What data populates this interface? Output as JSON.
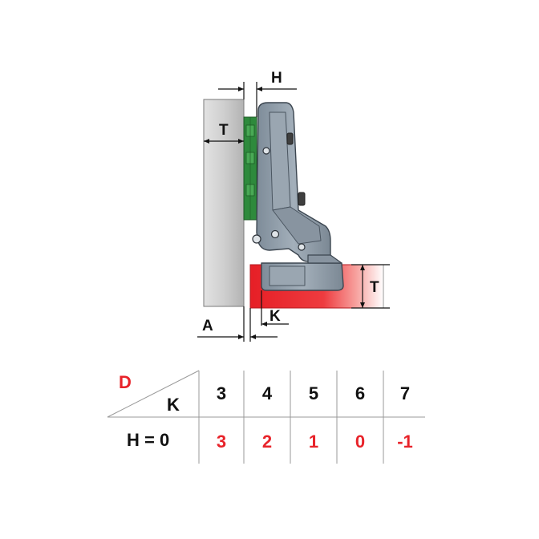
{
  "labels": {
    "H": "H",
    "T_panel": "T",
    "T_door": "T",
    "A": "A",
    "K": "K"
  },
  "table": {
    "corner_top": "D",
    "corner_bottom": "K",
    "row1_label": "H = 0",
    "k_values": [
      "3",
      "4",
      "5",
      "6",
      "7"
    ],
    "d_values": [
      "3",
      "2",
      "1",
      "0",
      "-1"
    ]
  },
  "colors": {
    "panel": "#c9c9c9",
    "hinge": "#8d9aa6",
    "plate": "#2e8a3c",
    "door": "#e8232a",
    "accent_red": "#e8232a"
  }
}
